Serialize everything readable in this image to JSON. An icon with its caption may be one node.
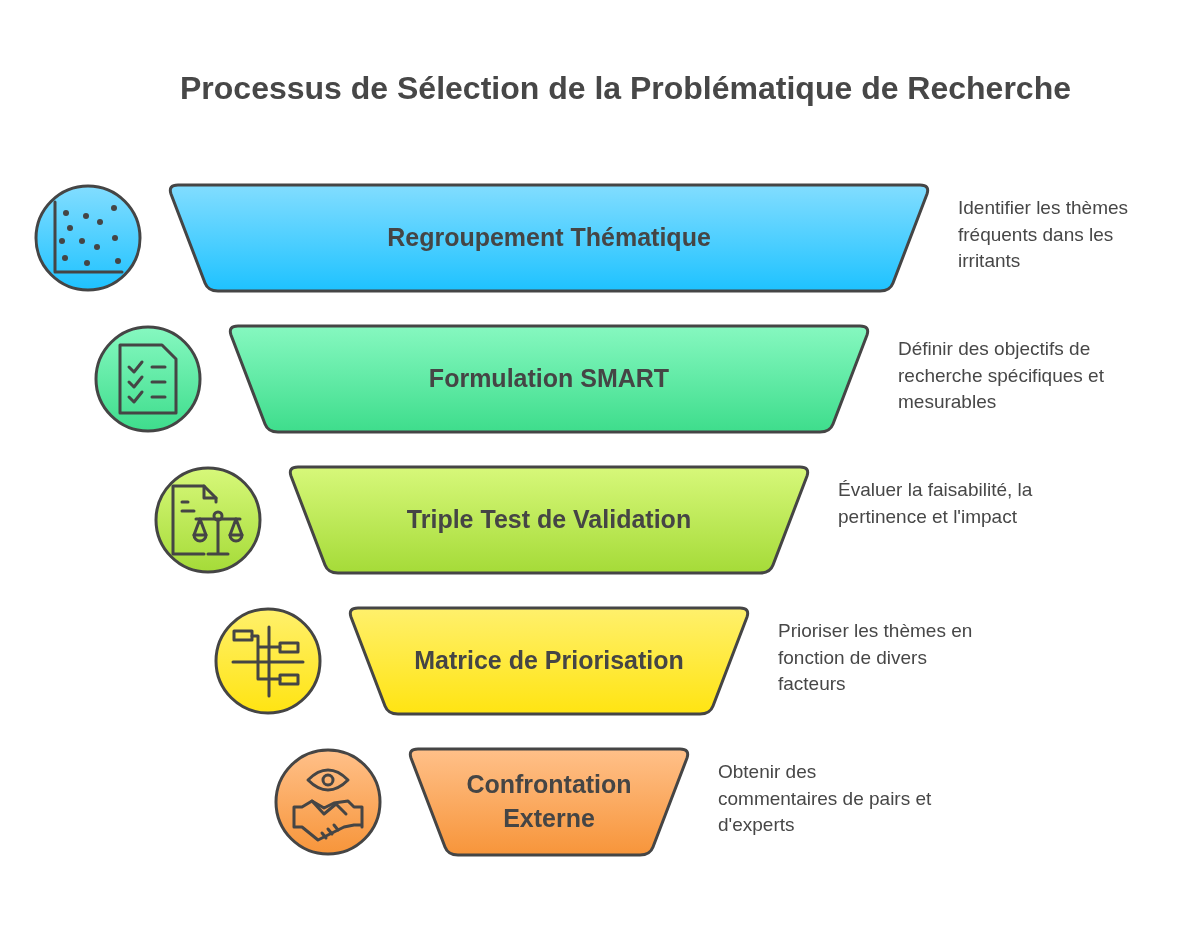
{
  "diagram": {
    "title": "Processus de Sélection de la Problématique de Recherche",
    "nodes": [
      {
        "text": [
          "Regroupement Thématique"
        ],
        "beside": [
          "Identifier les thèmes fréquents dans les irritants"
        ]
      },
      {
        "text": [
          "Formulation SMART"
        ],
        "beside": [
          "Définir des objectifs de recherche spécifiques et mesurables"
        ]
      },
      {
        "text": [
          "Triple Test de Validation"
        ],
        "beside": [
          "Évaluer la faisabilité, la pertinence et l'impact"
        ]
      },
      {
        "text": [
          "Matrice de Priorisation"
        ],
        "beside": [
          "Prioriser les thèmes en fonction de divers facteurs"
        ]
      },
      {
        "text": [
          "Confrontation Externe"
        ],
        "beside": [
          "Obtenir des commentaires de pairs et d'experts"
        ]
      }
    ]
  }
}
